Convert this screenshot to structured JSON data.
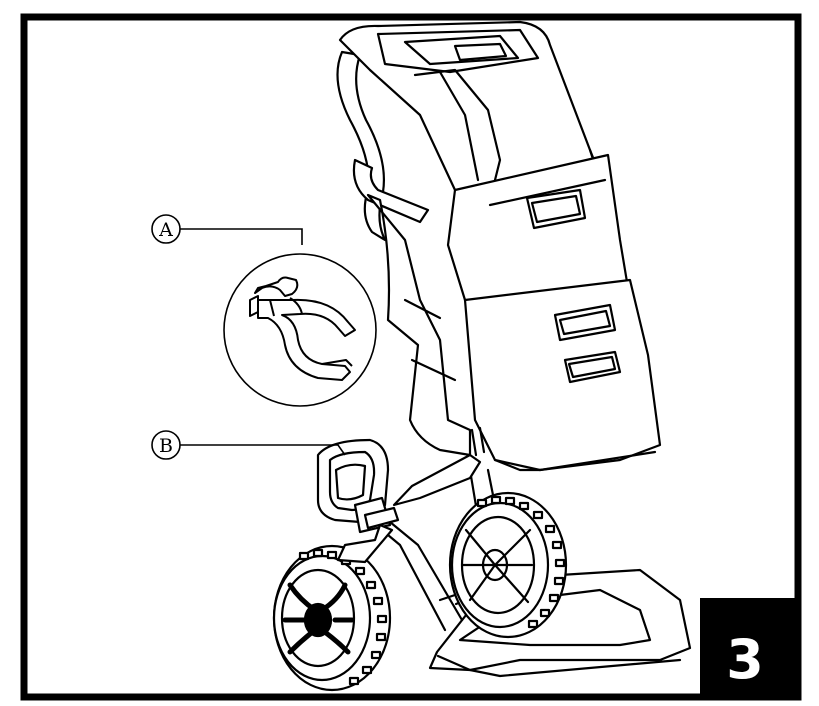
{
  "callouts": [
    {
      "id": "A",
      "label": "A",
      "meaning": "clip"
    },
    {
      "id": "B",
      "label": "B",
      "meaning": "handle bracket"
    }
  ],
  "step_number": "3",
  "colors": {
    "line": "#000000",
    "fill": "#ffffff",
    "badge": "#000000",
    "badge_text": "#ffffff"
  },
  "icons": {
    "A": "clip-icon",
    "B": "handle-icon"
  }
}
